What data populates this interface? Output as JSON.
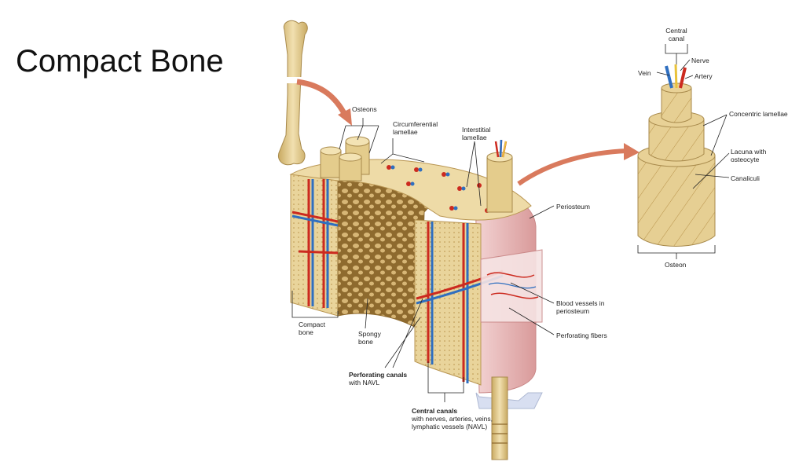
{
  "slide": {
    "title": "Compact Bone"
  },
  "labels": {
    "osteons": "Osteons",
    "circumferential_lamellae": "Circumferential lamellae",
    "interstitial_lamellae": "Interstitial lamellae",
    "periosteum": "Periosteum",
    "blood_vessels_periosteum": "Blood vessels in periosteum",
    "perforating_fibers": "Perforating fibers",
    "compact_bone": "Compact bone",
    "spongy_bone": "Spongy bone",
    "perforating_canals_title": "Perforating canals",
    "perforating_canals_sub": "with NAVL",
    "central_canals_title": "Central canals",
    "central_canals_sub": "with nerves, arteries, veins, lymphatic vessels (NAVL)",
    "central_canal": "Central canal",
    "nerve": "Nerve",
    "vein": "Vein",
    "artery": "Artery",
    "concentric_lamellae": "Concentric lamellae",
    "lacuna_osteocyte": "Lacuna with osteocyte",
    "canaliculi": "Canaliculi",
    "osteon": "Osteon"
  },
  "colors": {
    "bone": "#e9d49b",
    "bone_dark": "#c9aa62",
    "spongy": "#b8924a",
    "periosteum": "#e9b8b8",
    "artery": "#cc2a1f",
    "vein": "#2f6fc0",
    "nerve": "#e9c23a",
    "arrow": "#d97a5d"
  }
}
